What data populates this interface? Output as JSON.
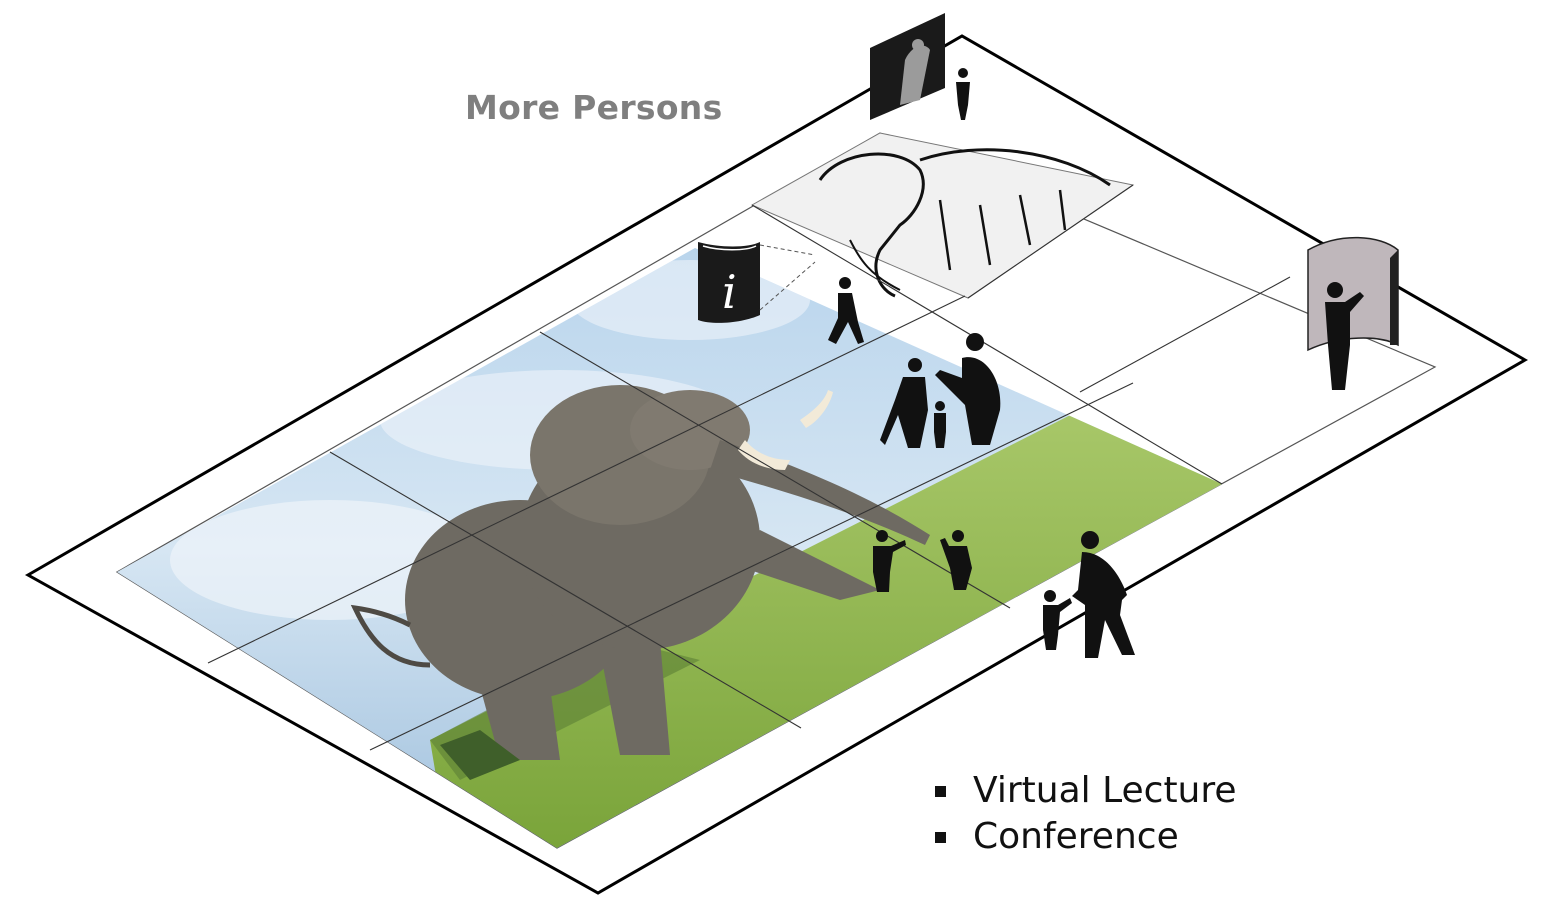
{
  "title": "More Persons",
  "bullets": [
    "Virtual Lecture",
    "Conference"
  ],
  "icons": [
    "info-kiosk-icon",
    "touch-screen-icon",
    "curved-display-icon",
    "person-silhouette-icon"
  ],
  "colors": {
    "frame": "#000000",
    "sky": "#9fc3e3",
    "grass": "#8fb84e",
    "elephant": "#6e6a62",
    "title": "#7f7f7f"
  }
}
